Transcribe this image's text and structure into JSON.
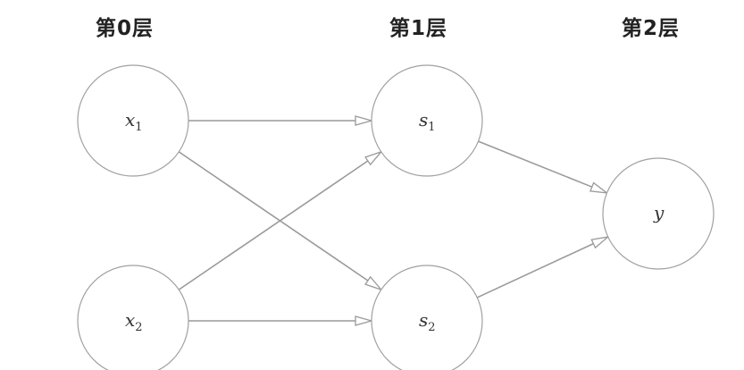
{
  "layers": [
    {
      "title": "第0层"
    },
    {
      "title": "第1层"
    },
    {
      "title": "第2层"
    }
  ],
  "nodes": [
    {
      "id": "x1",
      "base": "x",
      "sub": "1",
      "layer": 0
    },
    {
      "id": "x2",
      "base": "x",
      "sub": "2",
      "layer": 0
    },
    {
      "id": "s1",
      "base": "s",
      "sub": "1",
      "layer": 1
    },
    {
      "id": "s2",
      "base": "s",
      "sub": "2",
      "layer": 1
    },
    {
      "id": "y",
      "base": "y",
      "sub": "",
      "layer": 2
    }
  ],
  "edges": [
    {
      "from": "x1",
      "to": "s1"
    },
    {
      "from": "x1",
      "to": "s2"
    },
    {
      "from": "x2",
      "to": "s1"
    },
    {
      "from": "x2",
      "to": "s2"
    },
    {
      "from": "s1",
      "to": "y"
    },
    {
      "from": "s2",
      "to": "y"
    }
  ],
  "colors": {
    "edge": "#9a9a9a",
    "node_stroke": "#a0a0a0",
    "title": "#222222"
  }
}
